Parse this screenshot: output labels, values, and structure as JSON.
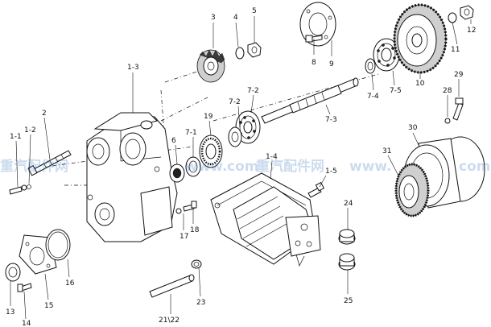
{
  "labels": {
    "l3": "3",
    "l4": "4",
    "l5": "5",
    "l8": "8",
    "l9": "9",
    "l10": "10",
    "l11": "11",
    "l12": "12",
    "l1_3": "1-3",
    "l2": "2",
    "l1_1": "1-1",
    "l1_2": "1-2",
    "l7_2a": "7-2",
    "l7_2b": "7-2",
    "l7_3": "7-3",
    "l7_4": "7-4",
    "l7_5": "7-5",
    "l19": "19",
    "l7_1": "7-1",
    "l6": "6",
    "l1_4": "1-4",
    "l1_5": "1-5",
    "l28": "28",
    "l29": "29",
    "l30": "30",
    "l31": "31",
    "l24": "24",
    "l25": "25",
    "l17": "17",
    "l18": "18",
    "l16": "16",
    "l13": "13",
    "l15": "15",
    "l14": "14",
    "l21_22": "21\\22",
    "l23": "23"
  },
  "watermark": {
    "text_left": "重汽配件网",
    "text_mid": "www.",
    "text_mid2": "com",
    "text_right": "重汽配件网",
    "text_right2": "www.",
    "text_right3": "com"
  }
}
